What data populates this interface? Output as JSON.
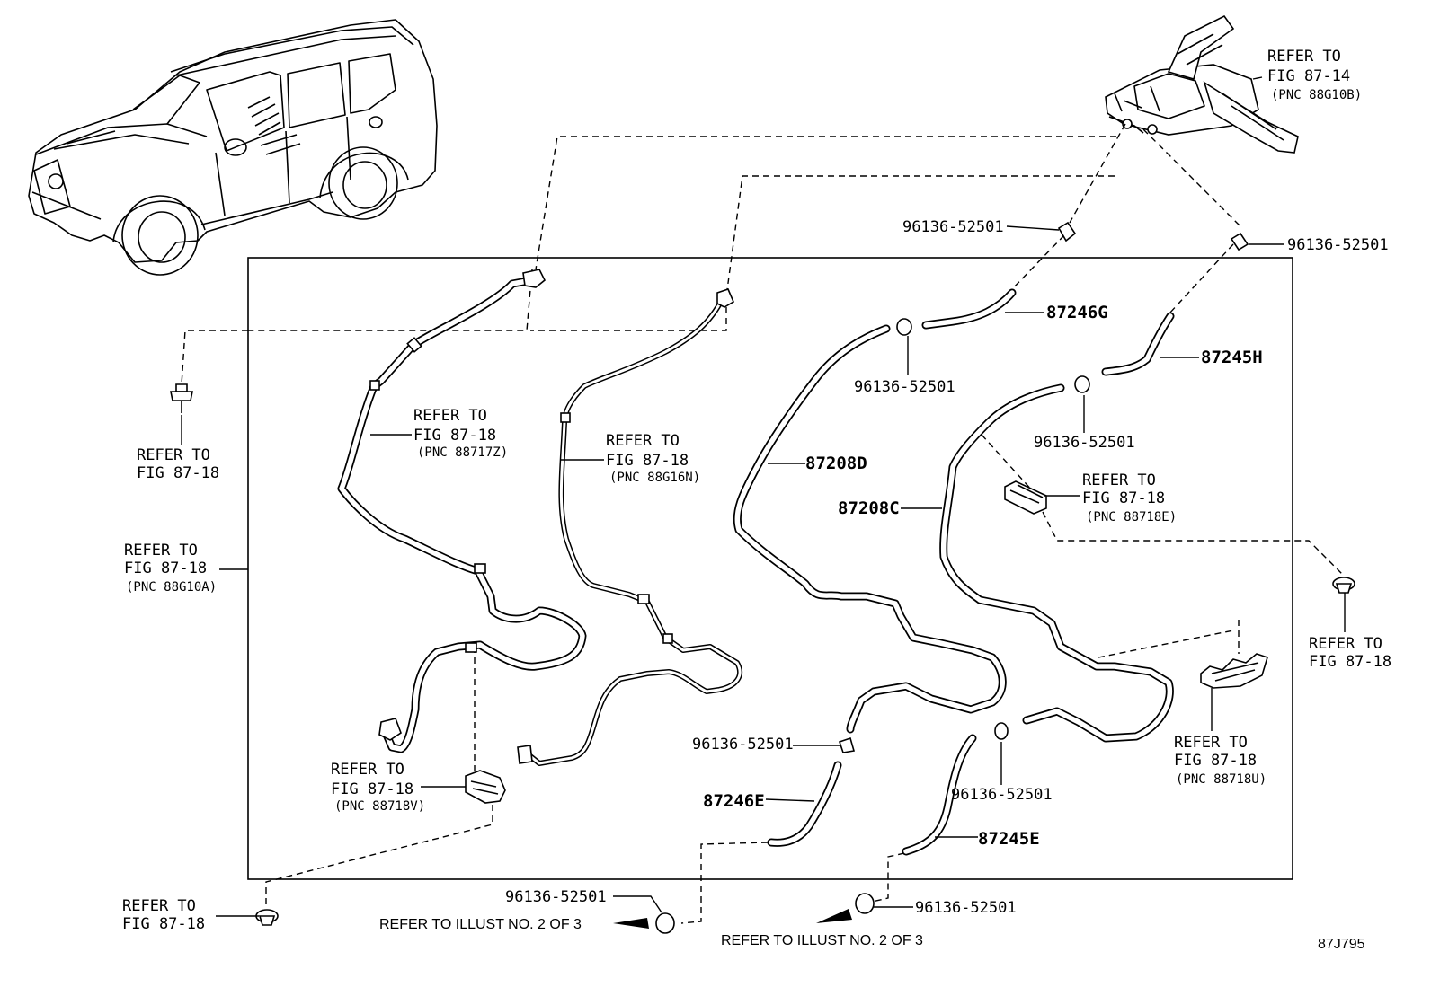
{
  "diagram_code": "87J795",
  "refer_illust_left": "REFER TO ILLUST NO. 2 OF 3",
  "refer_illust_right": "REFER TO ILLUST NO. 2 OF 3",
  "part_numbers": {
    "p87246G": "87246G",
    "p87245H": "87245H",
    "p87208D": "87208D",
    "p87208C": "87208C",
    "p87246E": "87246E",
    "p87245E": "87245E"
  },
  "clamp_labels": {
    "c1": "96136-52501",
    "c2": "96136-52501",
    "c3": "96136-52501",
    "c4": "96136-52501",
    "c5": "96136-52501",
    "c6": "96136-52501",
    "c7": "96136-52501",
    "c8": "96136-52501"
  },
  "refs": {
    "top_right": {
      "l1": "REFER TO",
      "l2": "FIG 87-14",
      "l3": "(PNC 88G10B)"
    },
    "left_bolt": {
      "l1": "REFER TO",
      "l2": "FIG 87-18"
    },
    "left_frame": {
      "l1": "REFER TO",
      "l2": "FIG 87-18",
      "l3": "(PNC 88G10A)"
    },
    "hose_a": {
      "l1": "REFER TO",
      "l2": "FIG 87-18",
      "l3": "(PNC 88717Z)"
    },
    "hose_b": {
      "l1": "REFER TO",
      "l2": "FIG 87-18",
      "l3": "(PNC 88G16N)"
    },
    "clip_e": {
      "l1": "REFER TO",
      "l2": "FIG 87-18",
      "l3": "(PNC 88718E)"
    },
    "right_nut": {
      "l1": "REFER TO",
      "l2": "FIG 87-18"
    },
    "clip_u": {
      "l1": "REFER TO",
      "l2": "FIG 87-18",
      "l3": "(PNC 88718U)"
    },
    "clip_v": {
      "l1": "REFER TO",
      "l2": "FIG 87-18",
      "l3": "(PNC 88718V)"
    },
    "bottom_nut": {
      "l1": "REFER TO",
      "l2": "FIG 87-18"
    }
  }
}
